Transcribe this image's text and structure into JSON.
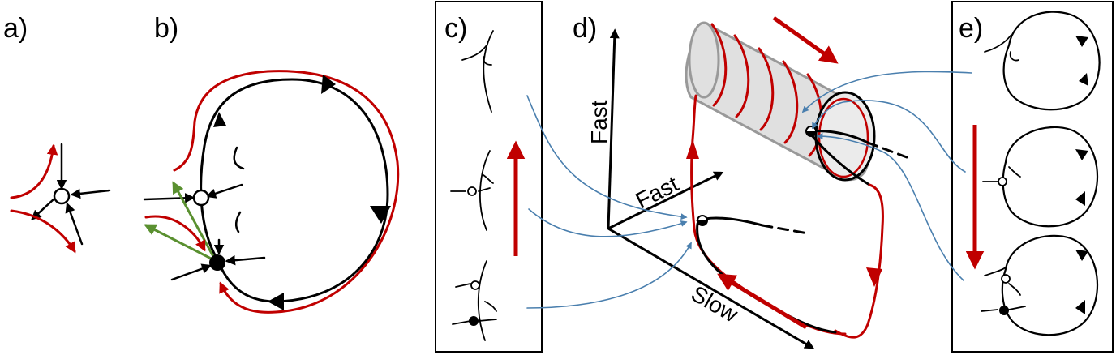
{
  "panels": {
    "a": {
      "label": "a)"
    },
    "b": {
      "label": "b)"
    },
    "c": {
      "label": "c)"
    },
    "d": {
      "label": "d)"
    },
    "e": {
      "label": "e)"
    }
  },
  "axes": {
    "vertical": "Fast",
    "diagonal": "Fast",
    "horizontal": "Slow"
  },
  "colors": {
    "trajectory": "#c00000",
    "eigenvector": "#5a9030",
    "connector": "#4a7fae",
    "cylinder_fill": "#e0e0e0",
    "cylinder_edge": "#999999"
  }
}
